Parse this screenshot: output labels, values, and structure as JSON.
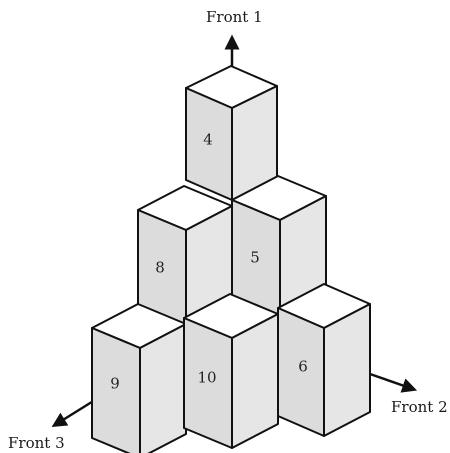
{
  "colors": {
    "face_front": "#dcdcdc",
    "face_side": "#e6e6e6",
    "face_top": "#ffffff",
    "stroke": "#111111"
  },
  "fronts": {
    "front1": "Front 1",
    "front2": "Front 2",
    "front3": "Front 3"
  },
  "boxes": [
    {
      "id": "box-4",
      "label": "4"
    },
    {
      "id": "box-8",
      "label": "8"
    },
    {
      "id": "box-5",
      "label": "5"
    },
    {
      "id": "box-9",
      "label": "9"
    },
    {
      "id": "box-10",
      "label": "10"
    },
    {
      "id": "box-6",
      "label": "6"
    }
  ]
}
